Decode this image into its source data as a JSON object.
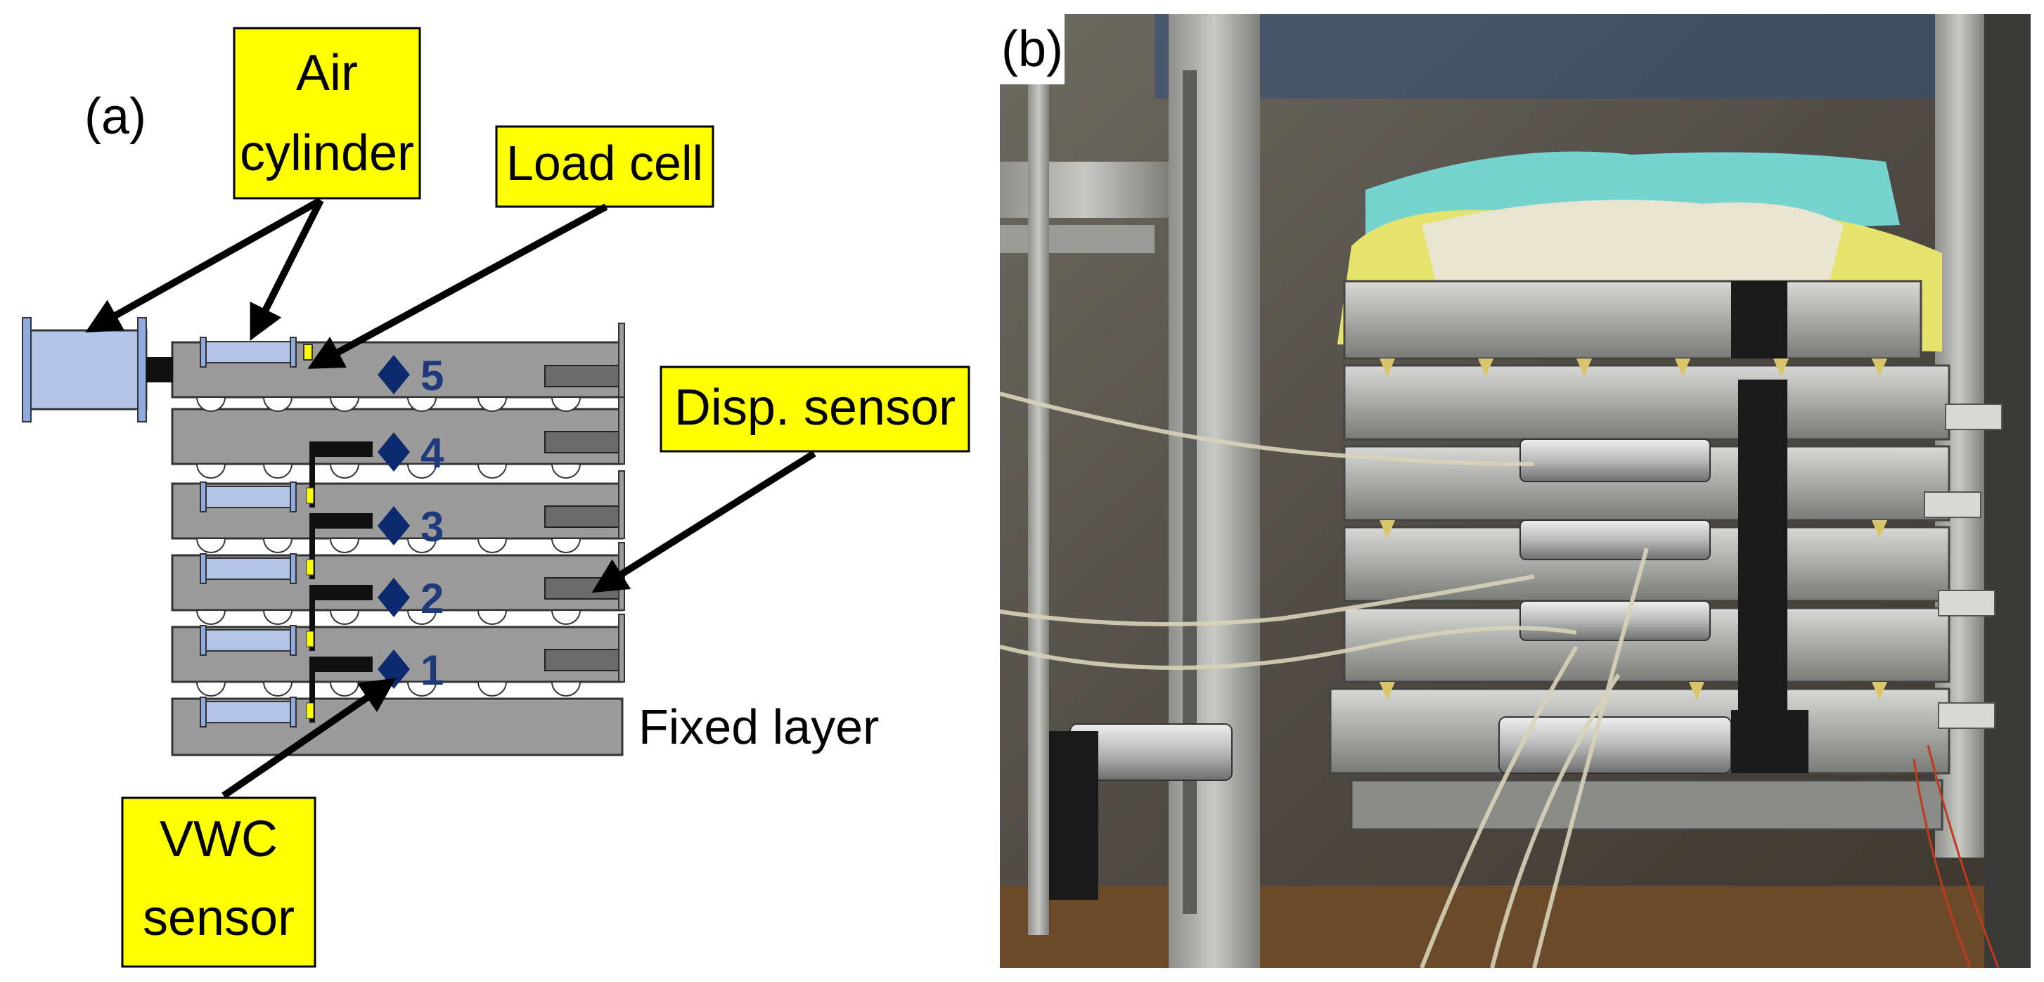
{
  "panel_a": {
    "label": "(a)",
    "callouts": {
      "air_cylinder": [
        "Air",
        "cylinder"
      ],
      "load_cell": "Load cell",
      "disp_sensor": "Disp. sensor",
      "vwc_sensor": [
        "VWC",
        "sensor"
      ]
    },
    "fixed_layer": "Fixed layer",
    "sensor_numbers": [
      "5",
      "4",
      "3",
      "2",
      "1"
    ],
    "colors": {
      "callout_fill": "#ffff00",
      "layer_fill": "#9b9b9b",
      "cylinder_fill": "#b4c6e7",
      "sensor_marker": "#0d2a6e",
      "load_cell": "#ffff00"
    }
  },
  "panel_b": {
    "label": "(b)"
  }
}
